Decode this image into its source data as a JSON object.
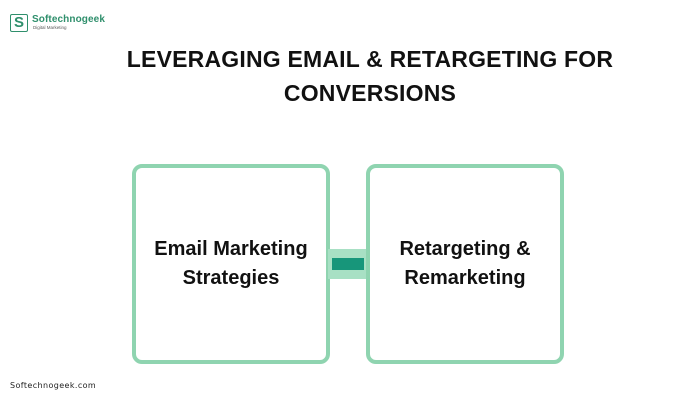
{
  "logo": {
    "mark": "S",
    "name": "Softechnogeek",
    "tagline": "Digital Marketing"
  },
  "title": {
    "line1": "LEVERAGING EMAIL & RETARGETING FOR",
    "line2": "CONVERSIONS"
  },
  "boxes": {
    "left": {
      "line1": "Email Marketing",
      "line2": "Strategies"
    },
    "right": {
      "line1": "Retargeting &",
      "line2": "Remarketing"
    }
  },
  "footer": {
    "text": "Softechnogeek.com"
  },
  "colors": {
    "box_border": "#8fd4b0",
    "connector_outer": "#a8e0c4",
    "connector_inner": "#17967a",
    "brand": "#2f8f6c"
  }
}
